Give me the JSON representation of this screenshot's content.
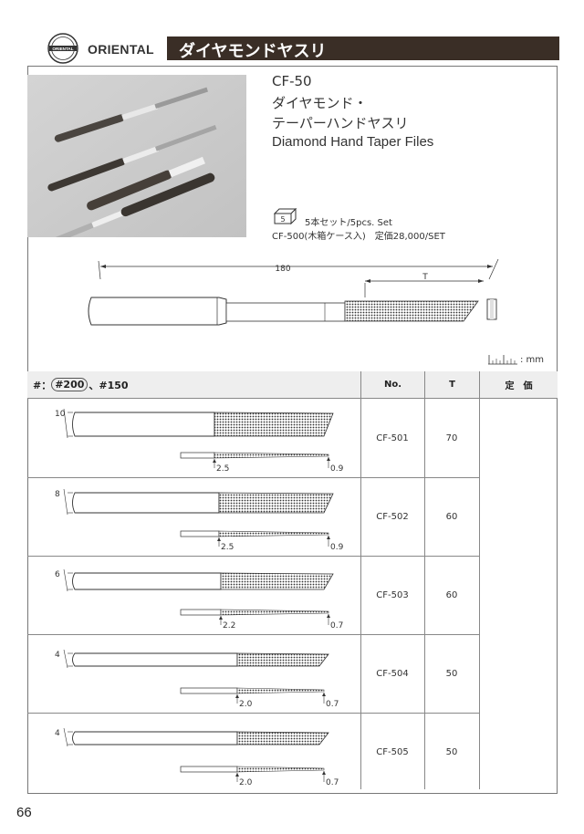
{
  "header": {
    "brand": "ORIENTAL",
    "logo_text": "ORIENTAL",
    "section_title": "ダイヤモンドヤスリ"
  },
  "product": {
    "model": "CF-50",
    "name_jp_line1": "ダイヤモンド・",
    "name_jp_line2": "テーパーハンドヤスリ",
    "name_en": "Diamond Hand Taper Files",
    "set_box_number": "5",
    "set_text": "5本セット/5pcs. Set",
    "set_line": "CF-500(木箱ケース入)　定価28,000/SET"
  },
  "main_drawing": {
    "total_length": "180",
    "taper_label": "T"
  },
  "scale": {
    "unit": ": mm"
  },
  "table": {
    "grit_prefix": "#：",
    "grit_circled": "#200",
    "grit_rest": "、#150",
    "col_no": "No.",
    "col_t": "T",
    "col_price": "定　価",
    "rows": [
      {
        "no": "CF-501",
        "t": "70",
        "width": "10",
        "base": "2.5",
        "tip": "0.9"
      },
      {
        "no": "CF-502",
        "t": "60",
        "width": "8",
        "base": "2.5",
        "tip": "0.9"
      },
      {
        "no": "CF-503",
        "t": "60",
        "width": "6",
        "base": "2.2",
        "tip": "0.7"
      },
      {
        "no": "CF-504",
        "t": "50",
        "width": "4",
        "base": "2.0",
        "tip": "0.7"
      },
      {
        "no": "CF-505",
        "t": "50",
        "width": "4",
        "base": "2.0",
        "tip": "0.7"
      }
    ]
  },
  "page_number": "66",
  "colors": {
    "title_bar": "#3a2e26",
    "frame": "#777777",
    "header_bg": "#eeeeee"
  }
}
